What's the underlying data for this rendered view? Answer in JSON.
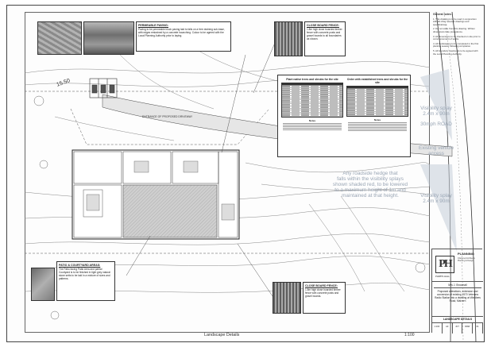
{
  "notes": {
    "paving": {
      "heading": "PERMEABLE PAVING:",
      "text": "Paving to be permeable block paving laid to falls on a free draining sub-base, with edges restrained by a concrete haunching. Colour to be agreed with the Local Planning Authority prior to laying."
    },
    "fence_top": {
      "heading": "CLOSE BOARD FENCE:",
      "text": "1.8m high close boarded timber fence with concrete posts and gravel boards to all boundaries as shown."
    },
    "patio": {
      "heading": "PATIO & COURTYARD AREAS:",
      "text": "The Patio facing Patio Area and partial Courtyard is to be finished in light grey natural stone setts to be laid in a mixture of sizes and patterns."
    },
    "fence_bottom": {
      "heading": "CLOSE BOARD FENCE:",
      "text": "1.8m high close boarded timber fence with concrete posts and gravel boards."
    }
  },
  "tables": {
    "left_title": "Plant native trees and shrubs for the site",
    "right_title": "Order with established trees and shrubs for the site",
    "sub_left": "Notes",
    "sub_right": "Notes"
  },
  "plan_labels": {
    "level": "15.50",
    "access": "ENTRANCE OF PROPOSED DRIVEWAY"
  },
  "overlays": {
    "visibility_top": "Visibility splay\n2.4m x 90m",
    "speed": "30mph ROAD",
    "vehicle_access": "Existing vehicle\naccess",
    "hedge_note": "Any roadside hedge that\nfalls within the visibility splays\nshown shaded red, to be lowered\nto a maximum height of 1m and\nmaintained at that height.",
    "visibility_bottom": "Visibility splay\n2.4m x 90m"
  },
  "right_notes": {
    "heading": "General notes:",
    "items": [
      "1. This drawing is to be read in conjunction with all other relevant drawings and specifications.",
      "2. Do not scale from this drawing. Written dimensions take precedence.",
      "3. All dimensions to be checked on site prior to commencement of works.",
      "4. All landscaping to be completed in the first planting season following completion.",
      "5. All boundary treatments to be agreed with the Local Planning Authority."
    ]
  },
  "title_block": {
    "planning": "PLANNING",
    "logo": "PH",
    "firm": "PHIPPS HALL",
    "address": "Chartered Architects Planning & Design",
    "client": "Mrs J. Broomall",
    "description": "Proposed alterations, extension and conversion of existing 1970 Veterans Radio Station into a dwelling at Windlees Road, Malvern",
    "sheet_title": "LANDSCAPE DETAILS",
    "cells": [
      "1:100",
      "A3",
      "JCT",
      "DRW",
      "01"
    ]
  },
  "footer": {
    "title": "Landscape Details",
    "scale": "1:100"
  }
}
